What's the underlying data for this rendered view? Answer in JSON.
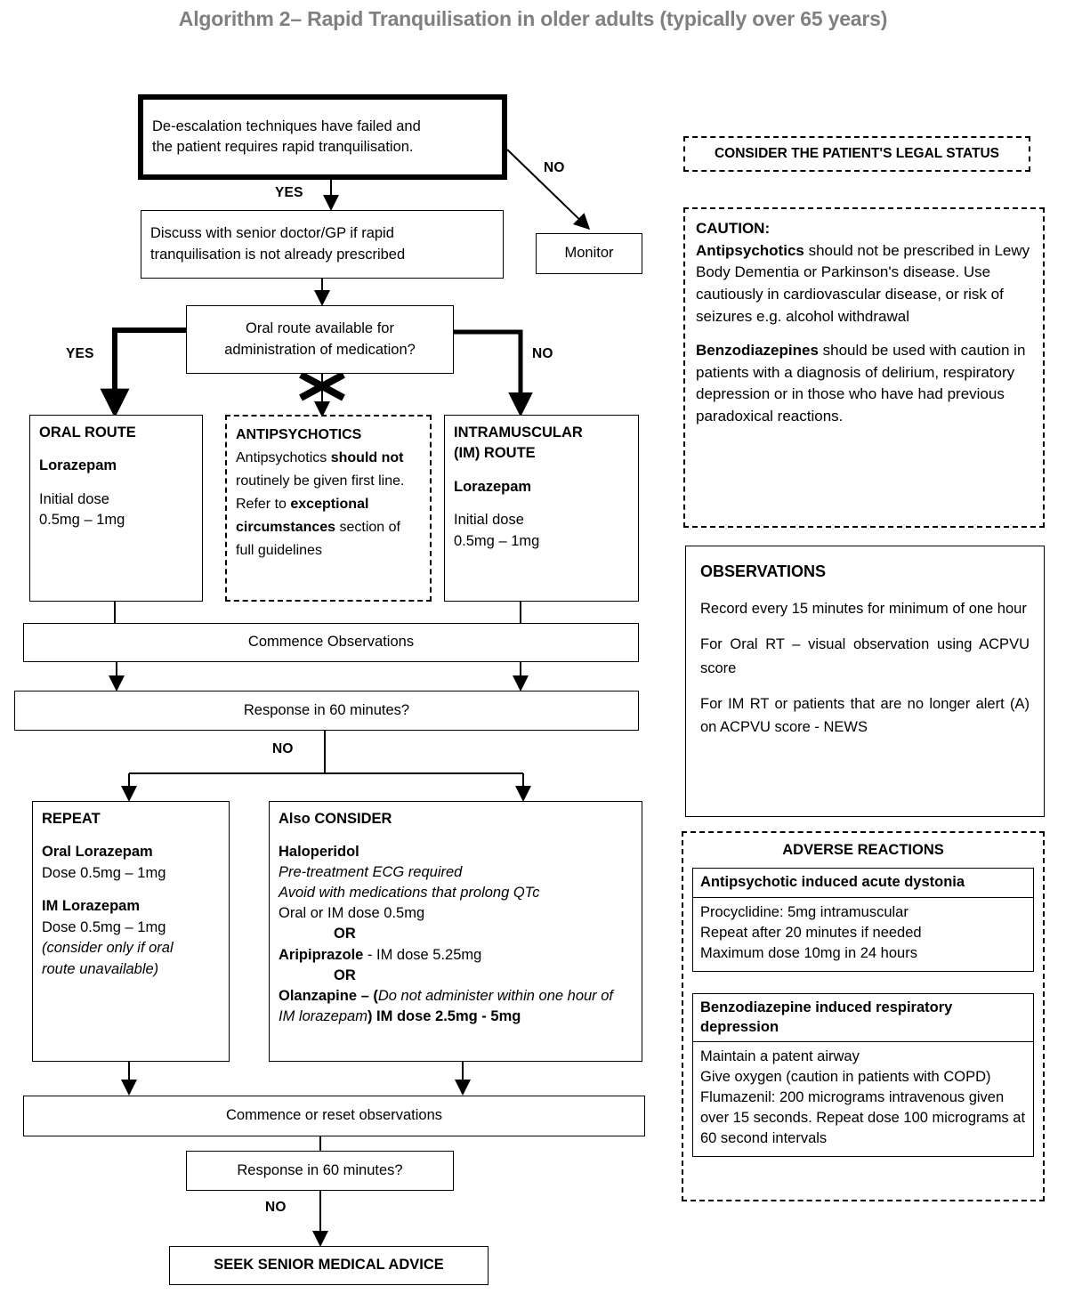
{
  "title": "Algorithm 2– Rapid Tranquilisation in older adults (typically over 65 years)",
  "colors": {
    "title": "#808080",
    "line": "#000000",
    "background": "#ffffff"
  },
  "flow": {
    "start": {
      "text_line1": "De-escalation techniques have failed and",
      "text_line2": "the patient requires rapid tranquilisation."
    },
    "monitor": {
      "label": "Monitor"
    },
    "discuss": {
      "text_line1": "Discuss with senior doctor/GP if rapid",
      "text_line2": "tranquilisation is not already prescribed"
    },
    "oral_decision": {
      "text_line1": "Oral route available for",
      "text_line2": "administration of medication?"
    },
    "oral_route": {
      "heading": "ORAL ROUTE",
      "drug": "Lorazepam",
      "dose_label": "Initial dose",
      "dose_value": "0.5mg – 1mg"
    },
    "antipsychotics": {
      "heading": "ANTIPSYCHOTICS",
      "body_1": "Antipsychotics ",
      "body_bold_1": "should",
      "body_bold_2": "not",
      "body_2": " routinely be given",
      "body_3": "first line. Refer to",
      "body_bold_3": "exceptional",
      "body_bold_4": "circumstances",
      "body_4": " section of",
      "body_5": "full guidelines"
    },
    "im_route": {
      "heading_line1": "INTRAMUSCULAR",
      "heading_line2": "(IM) ROUTE",
      "drug": "Lorazepam",
      "dose_label": "Initial dose",
      "dose_value": "0.5mg – 1mg"
    },
    "commence_obs": {
      "label": "Commence Observations"
    },
    "response_1": {
      "label": "Response in 60 minutes?"
    },
    "repeat": {
      "heading": "REPEAT",
      "oral_title": "Oral Lorazepam",
      "oral_dose": "Dose 0.5mg – 1mg",
      "im_title": "IM Lorazepam",
      "im_dose": "Dose 0.5mg – 1mg",
      "im_note_1": "(consider only if oral",
      "im_note_2": "route unavailable)"
    },
    "also_consider": {
      "heading": "Also CONSIDER",
      "haloperidol_title": "Haloperidol",
      "haloperidol_note_1": "Pre-treatment ECG required",
      "haloperidol_note_2": "Avoid with medications that prolong QTc",
      "haloperidol_dose": "Oral or IM dose 0.5mg",
      "or_1": "OR",
      "aripiprazole_title": "Aripiprazole",
      "aripiprazole_dose": " - IM dose 5.25mg",
      "or_2": "OR",
      "olanzapine_title": "Olanzapine",
      "olanzapine_dash": " – (",
      "olanzapine_note": "Do not administer within one hour of IM lorazepam",
      "olanzapine_dose": ") IM dose 2.5mg - 5mg"
    },
    "commence_reset": {
      "label": "Commence or reset observations"
    },
    "response_2": {
      "label": "Response in 60 minutes?"
    },
    "seek_advice": {
      "label": "SEEK SENIOR MEDICAL ADVICE"
    },
    "edges": {
      "yes_1": "YES",
      "no_1": "NO",
      "yes_2": "YES",
      "no_2": "NO",
      "no_3": "NO",
      "no_4": "NO"
    }
  },
  "sidebar": {
    "legal_status": {
      "heading": "CONSIDER THE PATIENT'S LEGAL STATUS"
    },
    "caution": {
      "heading": "CAUTION:",
      "p1_bold": "Antipsychotics",
      "p1_text": " should not be prescribed in Lewy Body Dementia or Parkinson's disease.  Use cautiously in cardiovascular disease, or risk of seizures e.g. alcohol withdrawal",
      "p2_bold": "Benzodiazepines",
      "p2_text": " should be used with caution in patients with a diagnosis of delirium, respiratory depression or in those who have had previous paradoxical reactions."
    },
    "observations": {
      "heading": "OBSERVATIONS",
      "p1": "Record every 15 minutes for minimum of one hour",
      "p2": "For Oral RT – visual observation using ACPVU score",
      "p3": "For IM RT or patients that are no longer alert (A) on ACPVU score - NEWS"
    },
    "adverse_reactions": {
      "heading": "ADVERSE REACTIONS",
      "dystonia": {
        "title": "Antipsychotic induced acute dystonia",
        "line_1": "Procyclidine: 5mg intramuscular",
        "line_2": "Repeat after 20 minutes if needed",
        "line_3": "Maximum dose 10mg in 24 hours"
      },
      "respiratory": {
        "title_1": "Benzodiazepine induced respiratory",
        "title_2": "depression",
        "line_1": "Maintain a patent airway",
        "line_2": "Give oxygen (caution in patients with COPD)",
        "line_3": "Flumazenil: 200 micrograms intravenous given over 15 seconds. Repeat dose 100 micrograms at 60 second intervals"
      }
    }
  }
}
